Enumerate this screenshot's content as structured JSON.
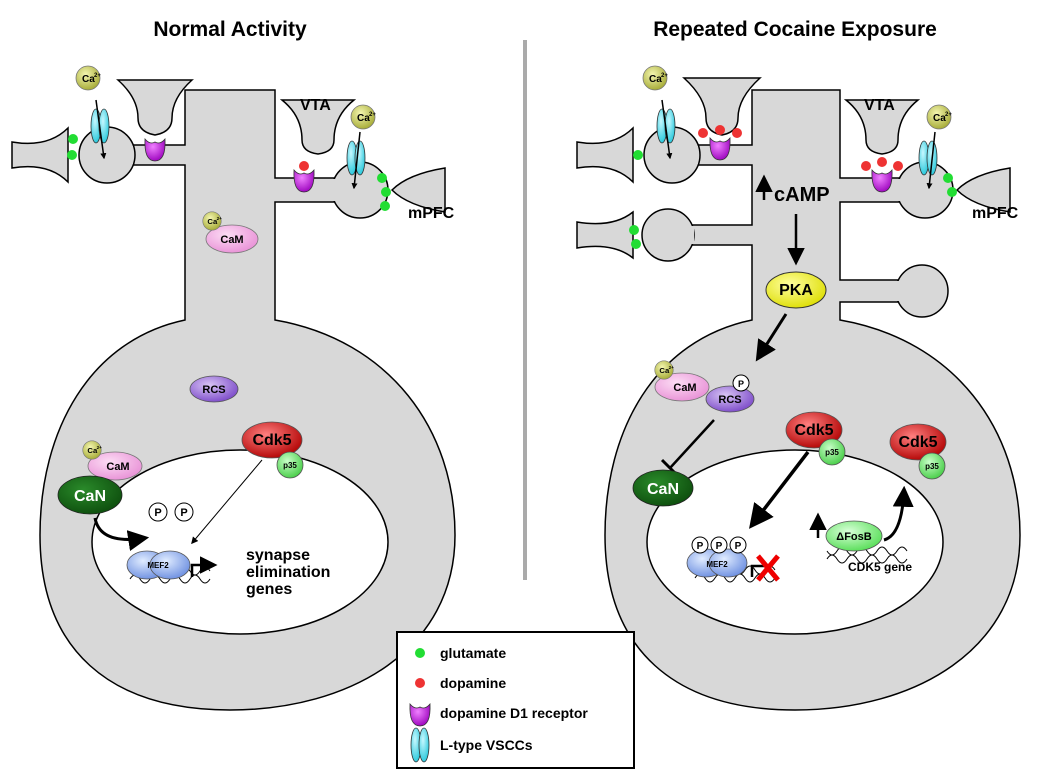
{
  "panels": {
    "left_title": "Normal Activity",
    "right_title": "Repeated Cocaine Exposure"
  },
  "labels": {
    "vta": "VTA",
    "mpfc": "mPFC",
    "ca": "Ca",
    "ca_sup": "2+",
    "cam": "CaM",
    "can": "CaN",
    "rcs": "RCS",
    "cdk5": "Cdk5",
    "p35": "p35",
    "p": "P",
    "mef2": "MEF2",
    "camp": "cAMP",
    "pka": "PKA",
    "fosb": "ΔFosB",
    "cdk5_gene": "CDK5 gene",
    "synapse_genes": [
      "synapse",
      "elimination",
      "genes"
    ]
  },
  "legend": {
    "items": [
      {
        "icon": "green-dot-icon",
        "label": "glutamate",
        "color": "#22dd33"
      },
      {
        "icon": "red-dot-icon",
        "label": "dopamine",
        "color": "#ee3333"
      },
      {
        "icon": "receptor-icon",
        "label": "dopamine D1 receptor",
        "color": "#b010d0"
      },
      {
        "icon": "channel-icon",
        "label": "L-type VSCCs",
        "color": "#33d6e6"
      }
    ]
  },
  "colors": {
    "cell": "#d8d8d8",
    "nucleus": "#ffffff",
    "glutamate": "#22dd33",
    "dopamine": "#ee3333",
    "receptor": "#b010d0",
    "channel": "#33d6e6",
    "calcium": "#c8cc55",
    "cam": "#f0a0e0",
    "can": "#1a6b1a",
    "rcs": "#9060d0",
    "cdk5": "#cc1111",
    "p35": "#66ee66",
    "pka": "#eeee22",
    "mef2": "#88aaee",
    "x_mark": "#ee0000",
    "divider": "#aaaaaa"
  }
}
